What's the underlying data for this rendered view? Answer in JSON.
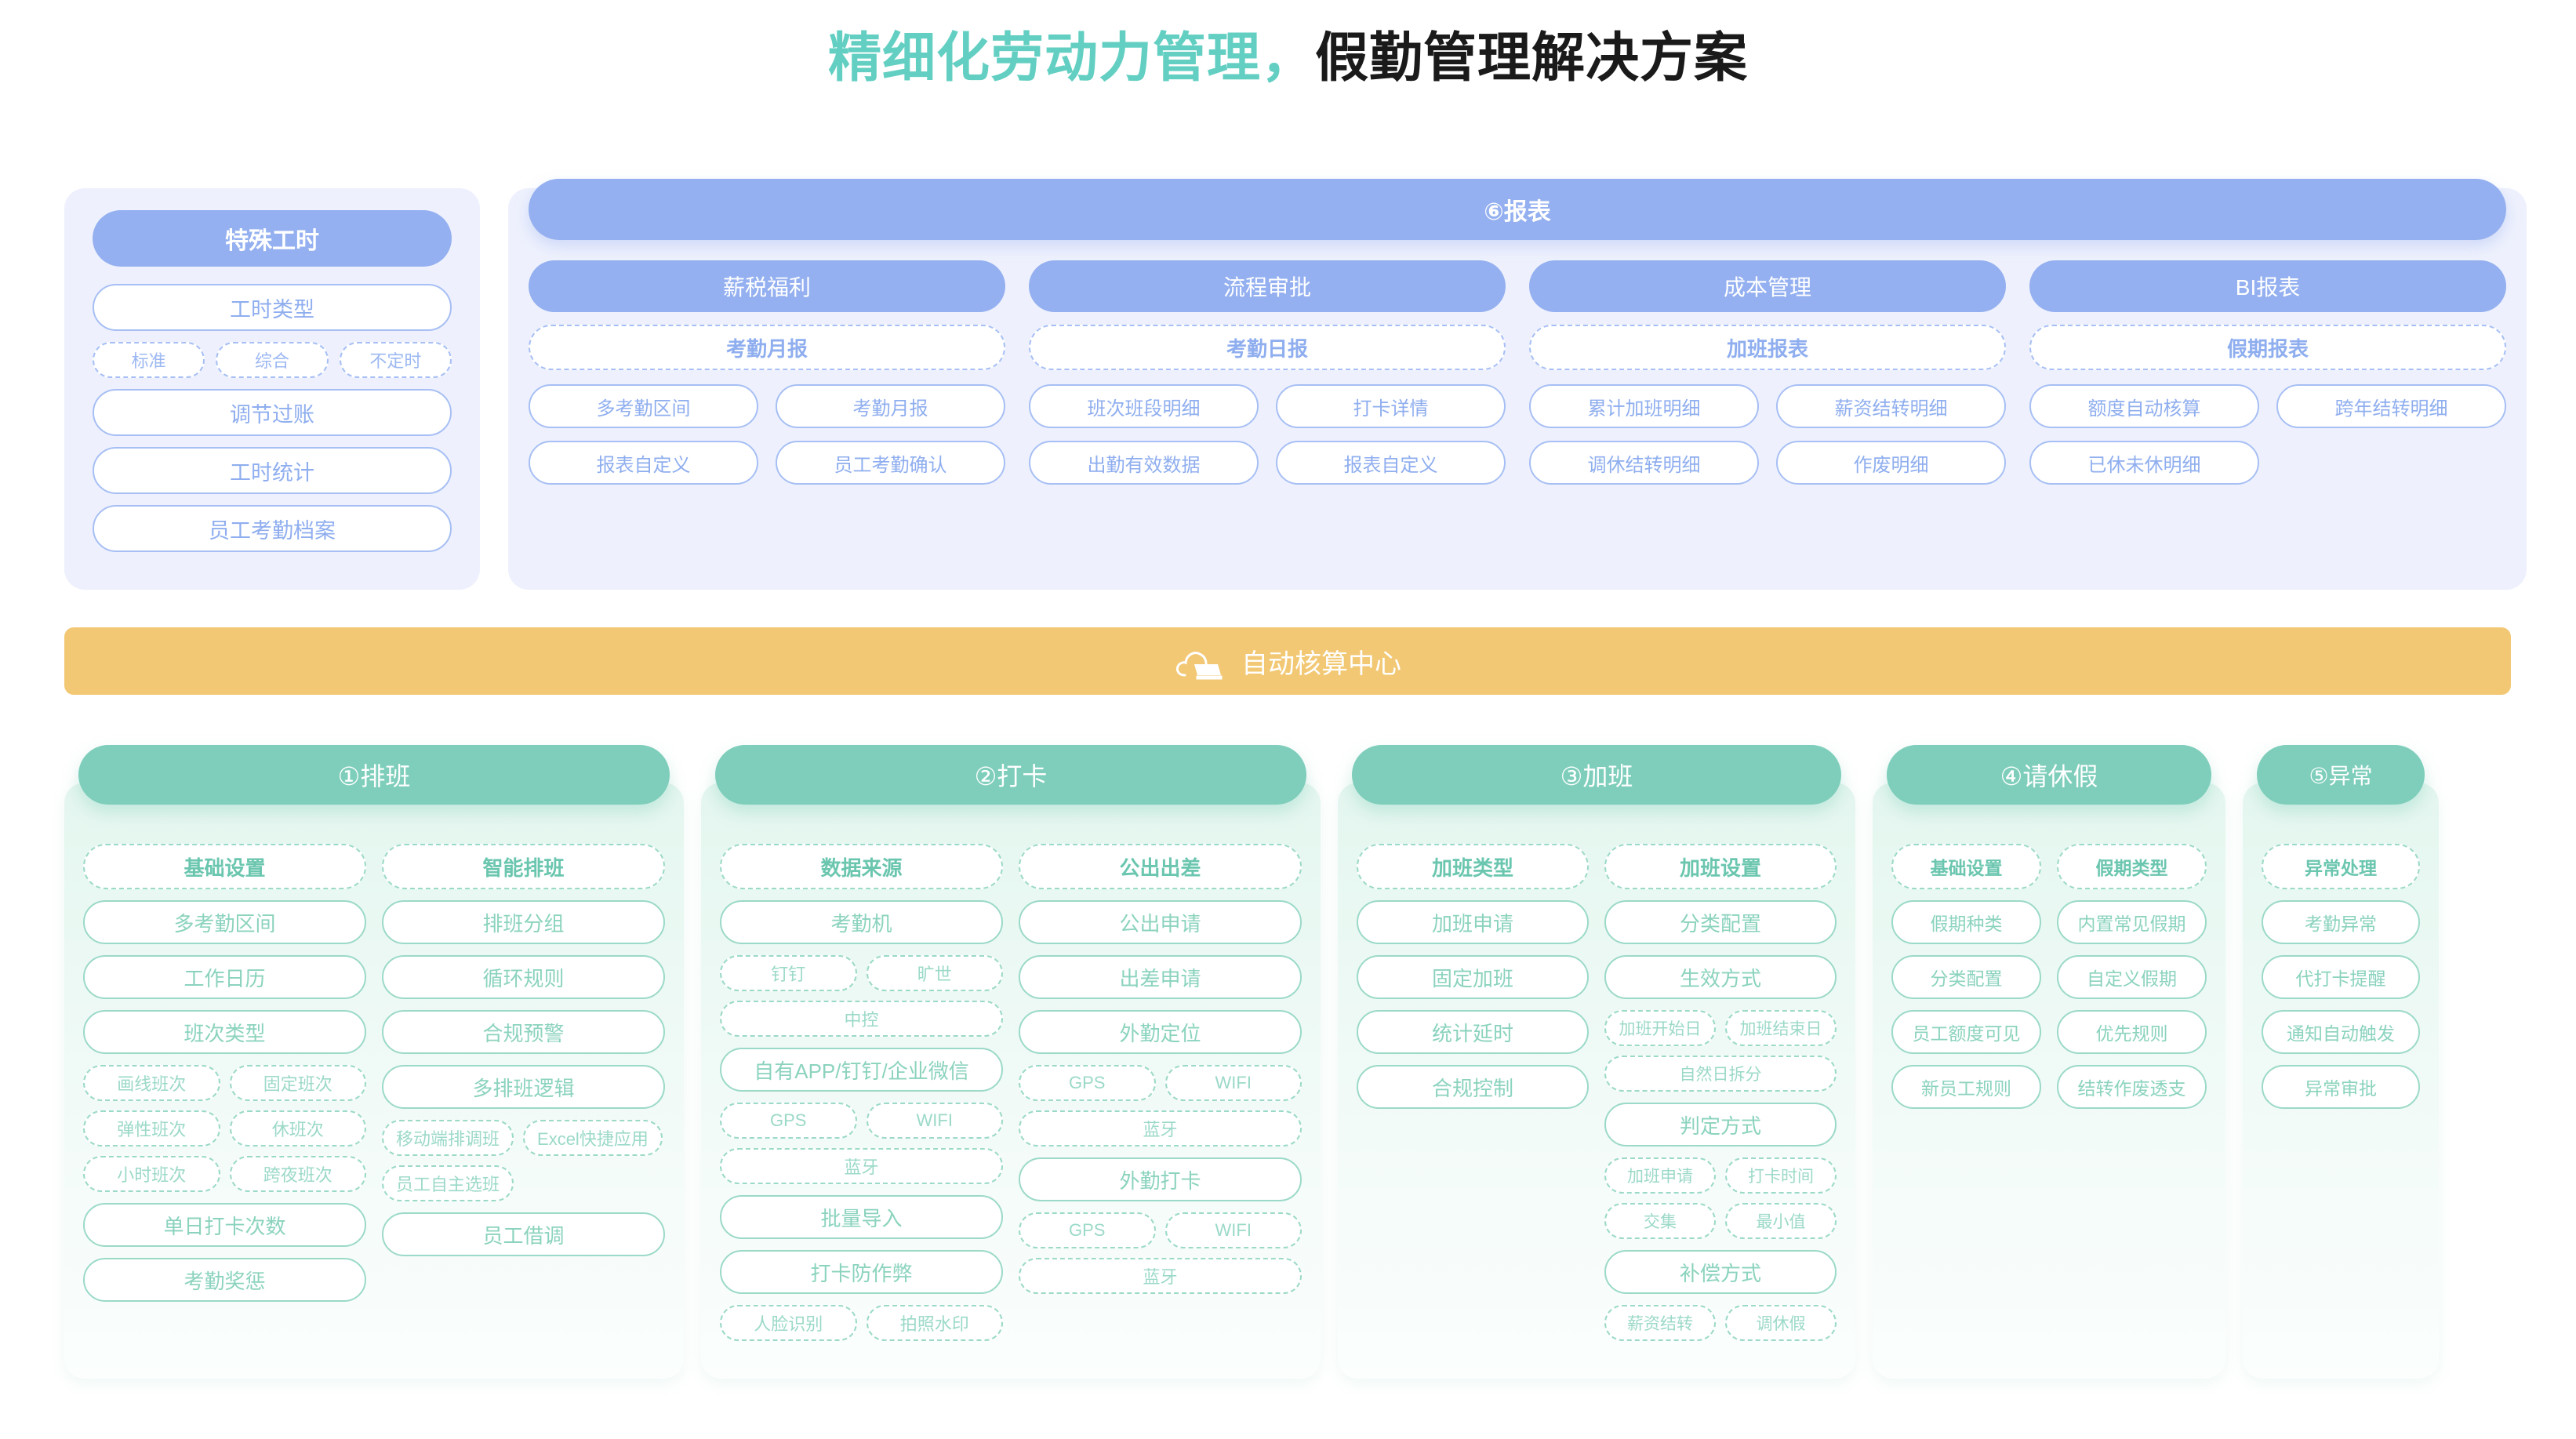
{
  "title": {
    "accent": "精细化劳动力管理，",
    "dark": "假勤管理解决方案"
  },
  "special_hours": {
    "header": "特殊工时",
    "work_type_label": "工时类型",
    "work_type_chips": [
      "标准",
      "综合",
      "不定时"
    ],
    "items": [
      "调节过账",
      "工时统计",
      "员工考勤档案"
    ]
  },
  "report": {
    "header": "⑥报表",
    "columns": [
      {
        "title": "薪税福利",
        "sub": "考勤月报",
        "items": [
          "多考勤区间",
          "考勤月报",
          "报表自定义",
          "员工考勤确认"
        ]
      },
      {
        "title": "流程审批",
        "sub": "考勤日报",
        "items": [
          "班次班段明细",
          "打卡详情",
          "出勤有效数据",
          "报表自定义"
        ]
      },
      {
        "title": "成本管理",
        "sub": "加班报表",
        "items": [
          "累计加班明细",
          "薪资结转明细",
          "调休结转明细",
          "作废明细"
        ]
      },
      {
        "title": "BI报表",
        "sub": "假期报表",
        "items": [
          "额度自动核算",
          "跨年结转明细",
          "已休未休明细",
          ""
        ]
      }
    ]
  },
  "auto_center": {
    "label": "自动核算中心",
    "icon": "cloud-server-icon"
  },
  "modules": [
    {
      "header": "①排班",
      "left": {
        "head": "基础设置",
        "items": [
          "多考勤区间",
          "工作日历",
          "班次类型"
        ],
        "chips": [
          "画线班次",
          "固定班次",
          "弹性班次",
          "休班次",
          "小时班次",
          "跨夜班次"
        ],
        "tail": [
          "单日打卡次数",
          "考勤奖惩"
        ]
      },
      "right": {
        "head": "智能排班",
        "items": [
          "排班分组",
          "循环规则",
          "合规预警",
          "多排班逻辑"
        ],
        "chips": [
          "移动端排调班",
          "Excel快捷应用",
          "员工自主选班"
        ],
        "tail": [
          "员工借调"
        ]
      }
    },
    {
      "header": "②打卡",
      "left": {
        "head": "数据来源",
        "items": [
          "考勤机"
        ],
        "chips": [
          "钉钉",
          "旷世",
          "中控"
        ],
        "items2": [
          "自有APP/钉钉/企业微信"
        ],
        "chips2": [
          "GPS",
          "WIFI",
          "蓝牙"
        ],
        "tail": [
          "批量导入",
          "打卡防作弊"
        ],
        "chips3": [
          "人脸识别",
          "拍照水印"
        ]
      },
      "right": {
        "head": "公出出差",
        "items": [
          "公出申请",
          "出差申请",
          "外勤定位"
        ],
        "chips": [
          "GPS",
          "WIFI",
          "蓝牙"
        ],
        "items2": [
          "外勤打卡"
        ],
        "chips2": [
          "GPS",
          "WIFI",
          "蓝牙"
        ]
      }
    },
    {
      "header": "③加班",
      "left": {
        "head": "加班类型",
        "items": [
          "加班申请",
          "固定加班",
          "统计延时",
          "合规控制"
        ]
      },
      "right": {
        "head": "加班设置",
        "items": [
          "分类配置",
          "生效方式"
        ],
        "chips": [
          "加班开始日",
          "加班结束日",
          "自然日拆分"
        ],
        "items2": [
          "判定方式"
        ],
        "chips2": [
          "加班申请",
          "打卡时间",
          "交集",
          "最小值"
        ],
        "items3": [
          "补偿方式"
        ],
        "chips3": [
          "薪资结转",
          "调休假"
        ]
      }
    },
    {
      "header": "④请休假",
      "left": {
        "head": "基础设置",
        "items": [
          "假期种类",
          "分类配置",
          "员工额度可见",
          "新员工规则"
        ]
      },
      "right": {
        "head": "假期类型",
        "items": [
          "内置常见假期",
          "自定义假期",
          "优先规则",
          "结转作废透支"
        ]
      }
    },
    {
      "header": "⑤异常",
      "left": {
        "head": "异常处理",
        "items": [
          "考勤异常",
          "代打卡提醒",
          "通知自动触发",
          "异常审批"
        ]
      }
    }
  ],
  "colors": {
    "accent_green": "#7ECEBB",
    "accent_blue": "#94B0F0",
    "accent_orange": "#F2C874",
    "panel_blue_bg": "#EEF1FD",
    "green_border": "#9BD9C8"
  }
}
